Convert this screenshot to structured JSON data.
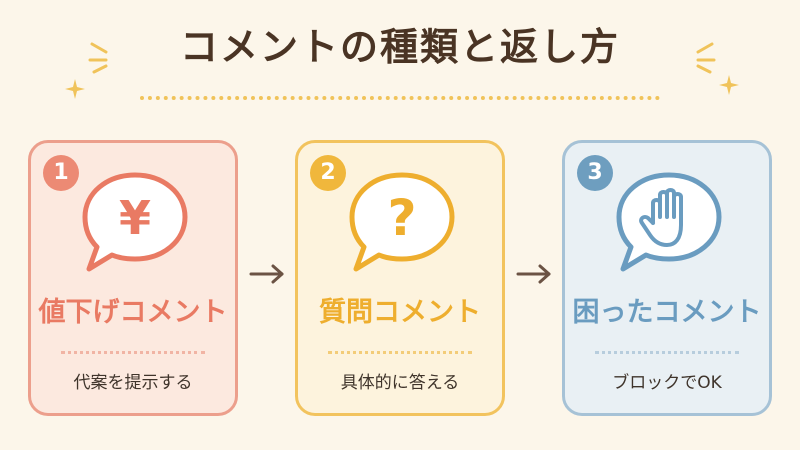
{
  "title": "コメントの種類と返し方",
  "cards": [
    {
      "number": "1",
      "icon": "yen-icon",
      "label": "値下げコメント",
      "description": "代案を提示する"
    },
    {
      "number": "2",
      "icon": "question-icon",
      "label": "質問コメント",
      "description": "具体的に答える"
    },
    {
      "number": "3",
      "icon": "hand-stop-icon",
      "label": "困ったコメント",
      "description": "ブロックでOK"
    }
  ],
  "glyphs": {
    "yen": "¥",
    "question": "?"
  },
  "colors": {
    "background": "#fcf6ea",
    "title": "#4a3424",
    "card1_accent": "#ec8a74",
    "card2_accent": "#f0b73c",
    "card3_accent": "#6e9ebf",
    "arrow": "#6b5344"
  }
}
